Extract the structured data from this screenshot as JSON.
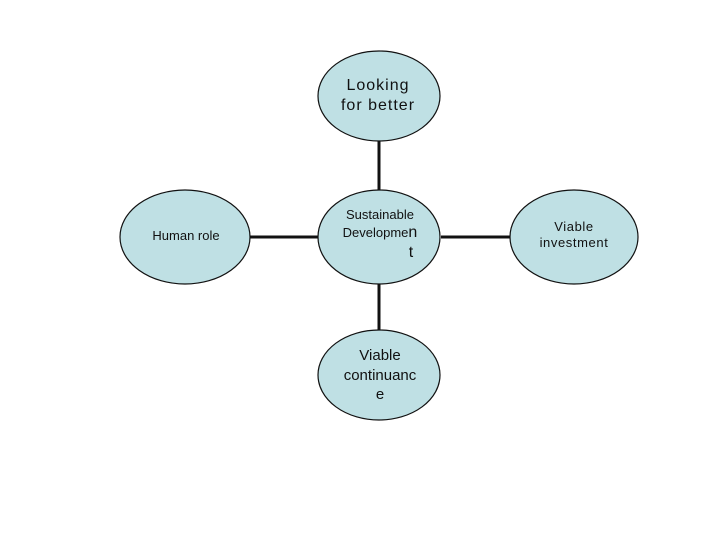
{
  "diagram": {
    "nodes": {
      "top": {
        "lines": [
          "Looking",
          "for  better"
        ]
      },
      "left": {
        "lines": [
          "Human role"
        ]
      },
      "center": {
        "part1": "Sustainable",
        "part2a": "Developme",
        "part2b": "n",
        "part3": "t"
      },
      "right": {
        "lines": [
          "Viable",
          "investment"
        ]
      },
      "bottom": {
        "lines": [
          "Viable",
          "continuanc",
          "e"
        ]
      }
    },
    "colors": {
      "node_fill": "#bfe0e4",
      "node_stroke": "#111111",
      "connector": "#111111",
      "background": "#ffffff"
    }
  }
}
